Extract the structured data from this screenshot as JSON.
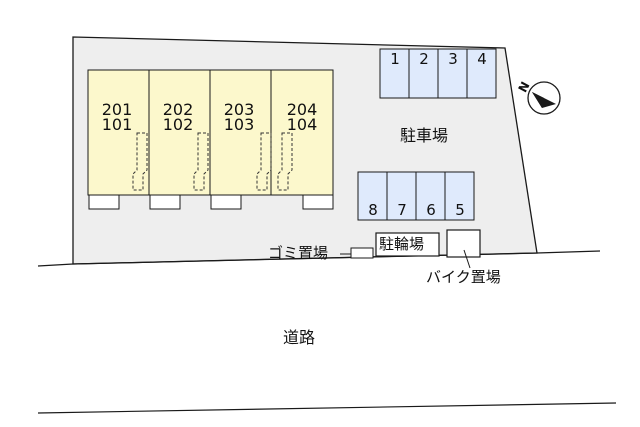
{
  "units": [
    {
      "upper": "201",
      "lower": "101"
    },
    {
      "upper": "202",
      "lower": "102"
    },
    {
      "upper": "203",
      "lower": "103"
    },
    {
      "upper": "204",
      "lower": "104"
    }
  ],
  "parking": {
    "label": "駐車場",
    "top_row": [
      "1",
      "2",
      "3",
      "4"
    ],
    "bottom_row": [
      "8",
      "7",
      "6",
      "5"
    ]
  },
  "facilities": {
    "garbage": "ゴミ置場",
    "bicycle": "駐輪場",
    "motorbike": "バイク置場"
  },
  "road": {
    "label": "道路"
  },
  "compass": {
    "letter": "N"
  },
  "colors": {
    "building": "#fcf8cc",
    "parking": "#dfeafc",
    "lot": "#eeeeee",
    "line": "#1a1a1a"
  }
}
